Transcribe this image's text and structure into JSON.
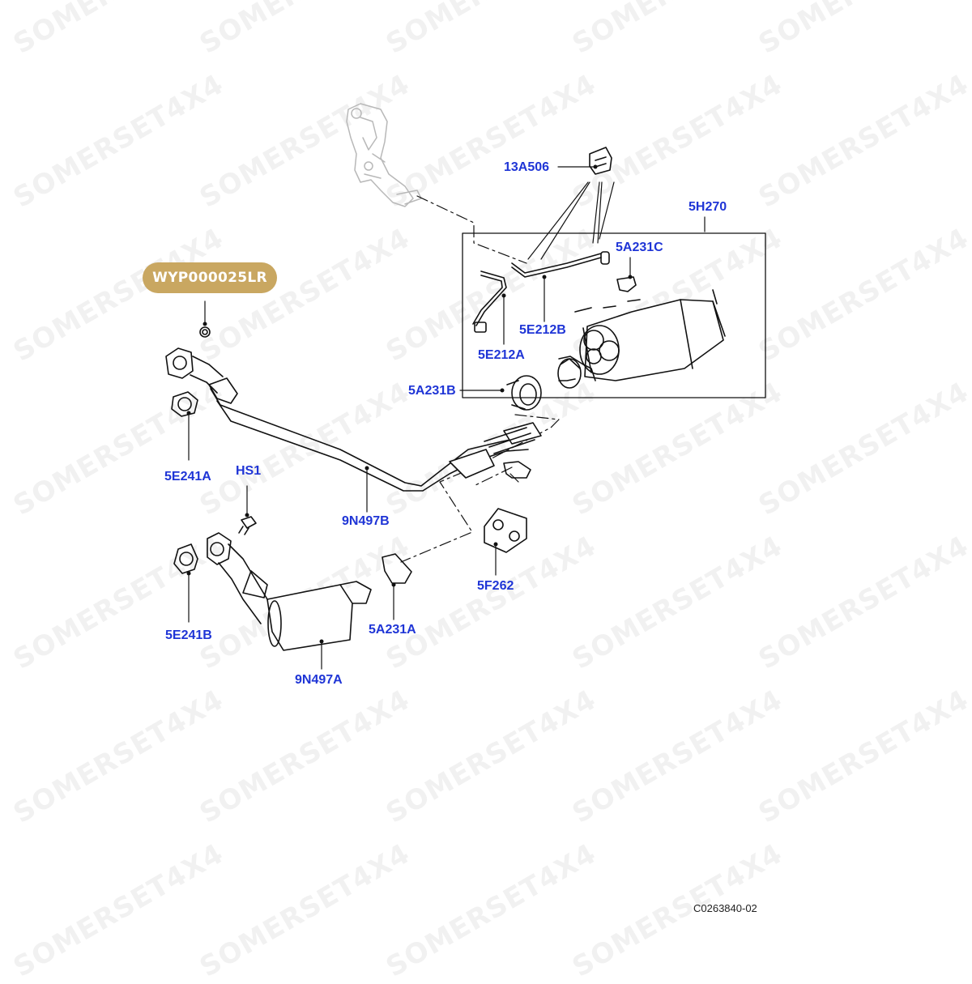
{
  "diagram": {
    "highlighted_part": "WYP000025LR",
    "reference_code": "C0263840-02",
    "watermark_text": "SOMERSET4X4",
    "callouts": [
      {
        "id": "13A506",
        "label": "13A506"
      },
      {
        "id": "5H270",
        "label": "5H270"
      },
      {
        "id": "5A231C",
        "label": "5A231C"
      },
      {
        "id": "5E212B",
        "label": "5E212B"
      },
      {
        "id": "5E212A",
        "label": "5E212A"
      },
      {
        "id": "5A231B",
        "label": "5A231B"
      },
      {
        "id": "5E241A",
        "label": "5E241A"
      },
      {
        "id": "HS1",
        "label": "HS1"
      },
      {
        "id": "9N497B",
        "label": "9N497B"
      },
      {
        "id": "5F262",
        "label": "5F262"
      },
      {
        "id": "5E241B",
        "label": "5E241B"
      },
      {
        "id": "5A231A",
        "label": "5A231A"
      },
      {
        "id": "9N497A",
        "label": "9N497A"
      }
    ],
    "colors": {
      "callout_text": "#1f35d6",
      "badge_fill": "#c9a761",
      "badge_text": "#ffffff",
      "line_art": "#111111",
      "ghost_art": "#b8b8b8"
    }
  }
}
